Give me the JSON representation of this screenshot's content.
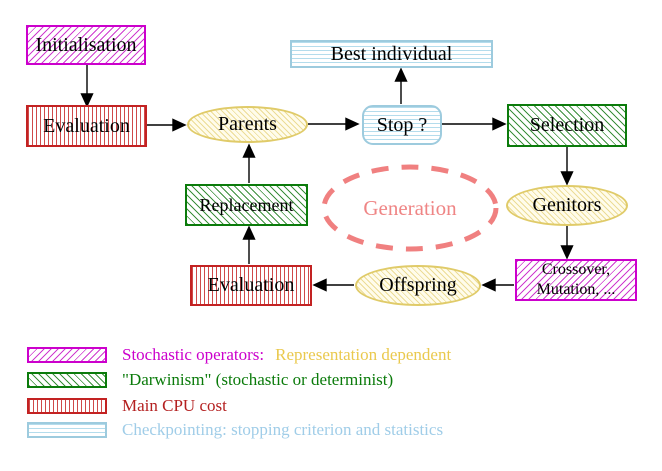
{
  "diagram": {
    "nodes": {
      "initialisation": {
        "label": "Initialisation"
      },
      "evaluation_top": {
        "label": "Evaluation"
      },
      "parents": {
        "label": "Parents"
      },
      "best_individual": {
        "label": "Best individual"
      },
      "stop": {
        "label": "Stop ?"
      },
      "selection": {
        "label": "Selection"
      },
      "replacement": {
        "label": "Replacement"
      },
      "generation": {
        "label": "Generation"
      },
      "genitors": {
        "label": "Genitors"
      },
      "crossover_mutation": {
        "line1": "Crossover,",
        "line2": "Mutation, ..."
      },
      "evaluation_bottom": {
        "label": "Evaluation"
      },
      "offspring": {
        "label": "Offspring"
      }
    },
    "colors": {
      "magenta": "#cc00cc",
      "green": "#0b7b0b",
      "red": "#c32222",
      "light_blue": "#9dcbde",
      "yellow": "#e0cb69",
      "salmon": "#ef8585",
      "gold_text": "#eac94e"
    }
  },
  "legend": {
    "items": [
      {
        "name": "stochastic-operators",
        "label": "Stochastic operators:",
        "label_suffix": "Representation dependent"
      },
      {
        "name": "darwinism",
        "label": "\"Darwinism\" (stochastic or determinist)"
      },
      {
        "name": "main-cpu-cost",
        "label": "Main CPU cost"
      },
      {
        "name": "checkpointing",
        "label": "Checkpointing: stopping criterion and statistics"
      }
    ]
  }
}
